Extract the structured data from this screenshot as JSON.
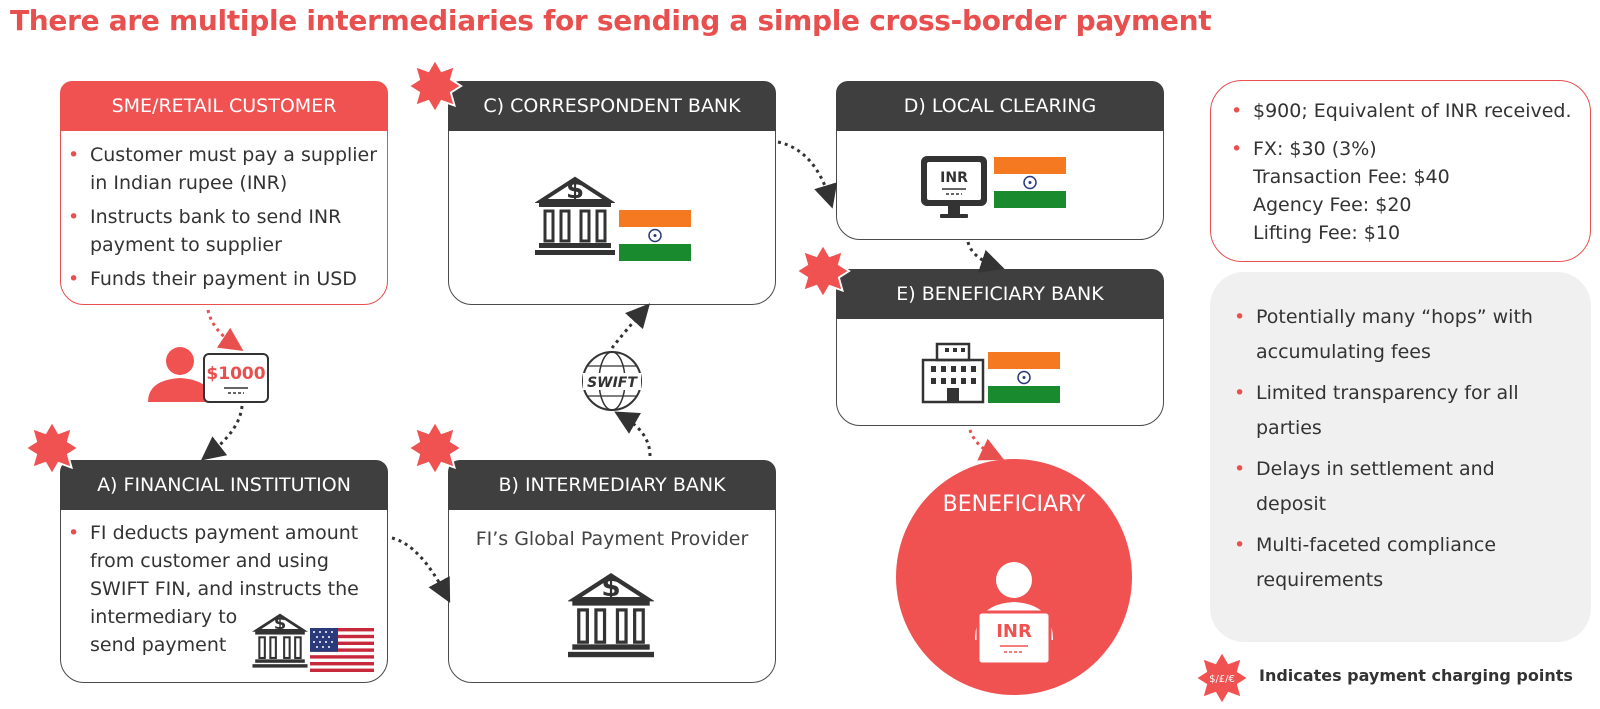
{
  "title": "There are multiple intermediaries for sending a simple cross-border payment",
  "customer": {
    "header": "SME/RETAIL CUSTOMER",
    "bullets": [
      "Customer must pay a supplier in Indian rupee (INR)",
      "Instructs bank to send INR payment to supplier",
      "Funds their payment in USD"
    ],
    "payment_amount": "$1000"
  },
  "financial_institution": {
    "header": "A) FINANCIAL INSTITUTION",
    "bullet_lines": [
      "FI deducts payment amount",
      "from customer and using",
      "SWIFT FIN, and instructs the",
      "intermediary to",
      "send payment"
    ]
  },
  "intermediary_bank": {
    "header": "B) INTERMEDIARY BANK",
    "subtitle": "FI’s Global Payment Provider"
  },
  "swift_label": "SWIFT",
  "correspondent_bank": {
    "header": "C) CORRESPONDENT BANK"
  },
  "local_clearing": {
    "header": "D) LOCAL CLEARING",
    "screen_label": "INR"
  },
  "beneficiary_bank": {
    "header": "E) BENEFICIARY BANK"
  },
  "beneficiary": {
    "label": "BENEFICIARY",
    "card_label": "INR"
  },
  "fees": {
    "received": "$900; Equivalent of INR received.",
    "breakdown": [
      "FX: $30 (3%)",
      "Transaction Fee: $40",
      "Agency Fee: $20",
      "Lifting Fee: $10"
    ]
  },
  "issues": [
    "Potentially many “hops” with accumulating fees",
    "Limited transparency for all parties",
    "Delays in settlement and deposit",
    "Multi-faceted compliance requirements"
  ],
  "legend": {
    "star_label": "$/£/€",
    "text": "Indicates payment charging points"
  },
  "colors": {
    "accent": "#e8504f",
    "header_dark": "#3f3f3f",
    "india_saffron": "#f47920",
    "india_green": "#1a8a2e",
    "us_red": "#c8283c",
    "us_blue": "#2b3a7a"
  }
}
